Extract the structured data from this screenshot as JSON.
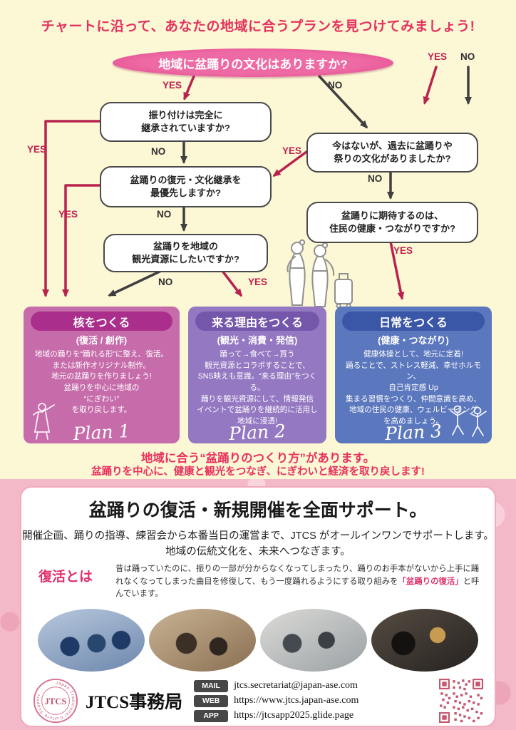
{
  "labels": {
    "yes": "YES",
    "no": "NO"
  },
  "header": {
    "title": "チャートに沿って、あなたの地域に合うプランを見つけてみましょう!"
  },
  "flowchart": {
    "start": "地域に盆踊りの文化はありますか?",
    "q1": "振り付けは完全に\n継承されていますか?",
    "q2": "今はないが、過去に盆踊りや\n祭りの文化がありましたか?",
    "q3": "盆踊りの復元・文化継承を\n最優先しますか?",
    "q4": "盆踊りに期待するのは、\n住民の健康・つながりですか?",
    "q5": "盆踊りを地域の\n観光資源にしたいですか?"
  },
  "plans": [
    {
      "title": "核をつくる",
      "subtitle": "(復活 / 創作)",
      "body": "地域の踊りを“踊れる形”に整え、復活。\nまたは新作オリジナル制作。\n地元の盆踊りを作りましょう!\n盆踊りを中心に地域の\n“にぎわい”\nを取り戻します。",
      "plan_label": "Plan 1"
    },
    {
      "title": "来る理由をつくる",
      "subtitle": "(観光・消費・発信)",
      "body": "踊って→食べて→買う\n観光資源とコラボすることで、\nSNS映えも意識。“来る理由”をつくる。\n踊りを観光資源にして、情報発信\nイベントで盆踊りを継続的に活用し\n地域に浸透!",
      "plan_label": "Plan 2"
    },
    {
      "title": "日常をつくる",
      "subtitle": "(健康・つながり)",
      "body": "健康体操として、地元に定着!\n踊ることで、ストレス軽減、幸せホルモン、\n自己肯定感 Up\n集まる習慣をつくり、仲間意識を高め、\n地域の住民の健康、ウェルビーイング\nを高めましょう。",
      "plan_label": "Plan 3"
    }
  ],
  "message": {
    "line1": "地域に合う“盆踊りのつくり方”があります。",
    "line2": "盆踊りを中心に、健康と観光をつなぎ、にぎわいと経済を取り戻します!"
  },
  "support": {
    "title": "盆踊りの復活・新規開催を全面サポート。",
    "body1": "開催企画、踊りの指導、練習会から本番当日の運営まで、JTCS がオールインワンでサポートします。",
    "body2": "地域の伝統文化を、未来へつなぎます。",
    "fukkatsu_label": "復活とは",
    "fukkatsu_before": "昔は踊っていたのに、振りの一部が分からなくなってしまったり、踊りのお手本がないから上手に踊れなくなってしまった曲目を修復して、もう一度踊れるようにする取り組みを",
    "fukkatsu_highlight": "「盆踊りの復活」",
    "fukkatsu_after": "と呼んでいます。"
  },
  "footer": {
    "org": "JTCS事務局",
    "logo_center": "JTCS",
    "logo_ring": "Japan Traditional Culture Support",
    "contacts": [
      {
        "label": "MAIL",
        "value": "jtcs.secretariat@japan-ase.com"
      },
      {
        "label": "WEB",
        "value": "https://www.jtcs.japan-ase.com"
      },
      {
        "label": "APP",
        "value": "https://jtcsapp2025.glide.page"
      }
    ]
  },
  "colors": {
    "page_bg": "#fcf7d4",
    "accent_red": "#e5315f",
    "flow_red": "#b7234e",
    "flow_dark": "#3f3f3f",
    "plan1_bg": "#c76cab",
    "plan1_header": "#aa2f8c",
    "plan2_bg": "#9478c2",
    "plan2_header": "#7456ab",
    "plan3_bg": "#5b77bd",
    "plan3_header": "#3a56a7",
    "section_pink": "#f3b9c8"
  }
}
